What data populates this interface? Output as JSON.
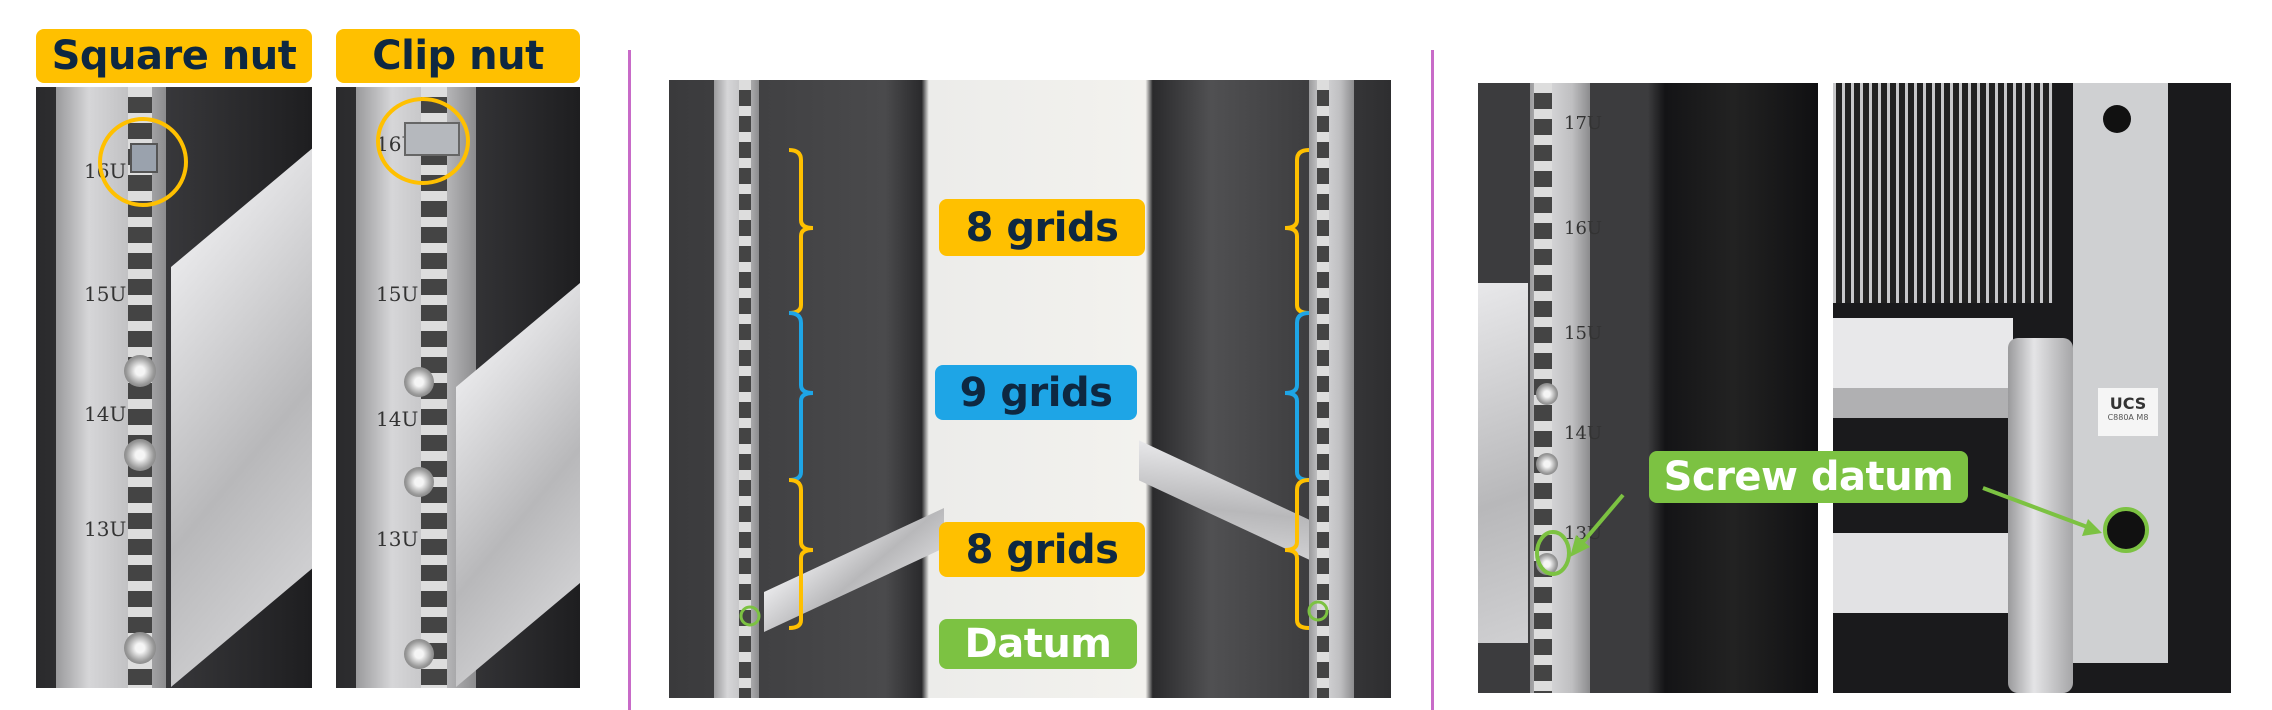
{
  "panels": {
    "square_nut": {
      "label": "Square nut",
      "u_labels": [
        "16U",
        "15U",
        "14U",
        "13U"
      ]
    },
    "clip_nut": {
      "label": "Clip nut",
      "u_labels": [
        "16U",
        "15U",
        "14U",
        "13U"
      ]
    },
    "grid_spacing": {
      "top_label": "8 grids",
      "middle_label": "9 grids",
      "bottom_label": "8 grids",
      "datum_label": "Datum"
    },
    "screw_datum": {
      "label": "Screw datum",
      "u_labels": [
        "17U",
        "16U",
        "15U",
        "14U",
        "13U"
      ],
      "server_brand": "UCS",
      "server_model": "C880A M8"
    }
  },
  "colors": {
    "orange": "#ffc000",
    "blue": "#1ea5e6",
    "green": "#7cc242",
    "divider": "#c86bc8",
    "label_text": "#0e2841"
  }
}
